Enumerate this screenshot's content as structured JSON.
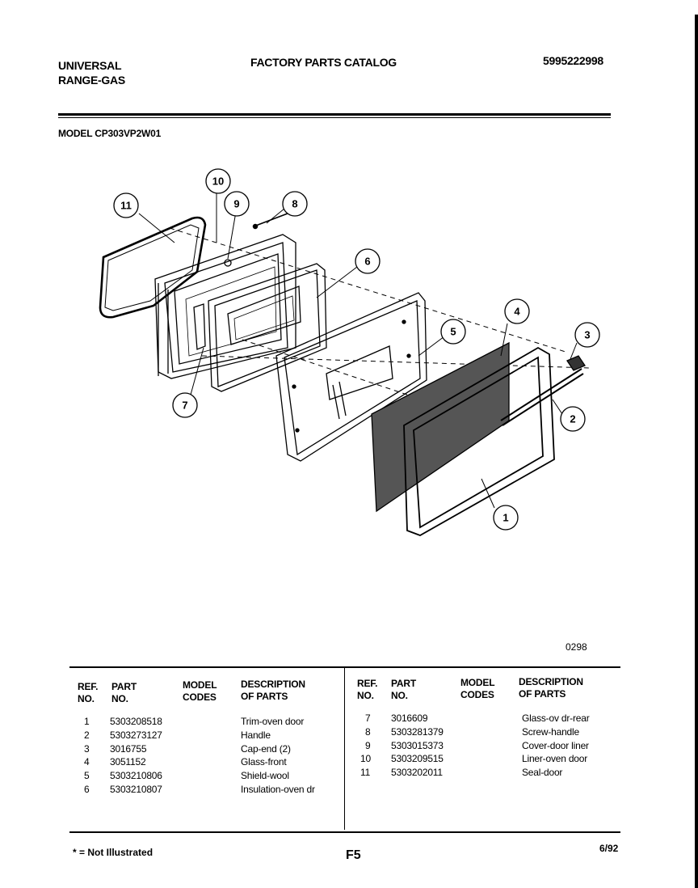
{
  "header": {
    "brand_line1": "UNIVERSAL",
    "brand_line2": "RANGE-GAS",
    "title": "FACTORY PARTS CATALOG",
    "catalog_number": "5995222998"
  },
  "model": {
    "label": "MODEL",
    "number": "CP303VP2W01"
  },
  "diagram": {
    "code": "0298",
    "callouts": [
      "1",
      "2",
      "3",
      "4",
      "5",
      "6",
      "7",
      "8",
      "9",
      "10",
      "11"
    ]
  },
  "table": {
    "headers": {
      "ref_1": "REF.",
      "ref_2": "NO.",
      "part_1": "PART",
      "part_2": "NO.",
      "model_1": "MODEL",
      "model_2": "CODES",
      "desc_1": "DESCRIPTION",
      "desc_2": "OF PARTS"
    },
    "left_rows": [
      {
        "ref": "1",
        "part": "5303208518",
        "desc": "Trim-oven door"
      },
      {
        "ref": "2",
        "part": "5303273127",
        "desc": "Handle"
      },
      {
        "ref": "3",
        "part": "3016755",
        "desc": "Cap-end (2)"
      },
      {
        "ref": "4",
        "part": "3051152",
        "desc": "Glass-front"
      },
      {
        "ref": "5",
        "part": "5303210806",
        "desc": "Shield-wool"
      },
      {
        "ref": "6",
        "part": "5303210807",
        "desc": "Insulation-oven dr"
      }
    ],
    "right_rows": [
      {
        "ref": "7",
        "part": "3016609",
        "desc": "Glass-ov dr-rear"
      },
      {
        "ref": "8",
        "part": "5303281379",
        "desc": "Screw-handle"
      },
      {
        "ref": "9",
        "part": "5303015373",
        "desc": "Cover-door liner"
      },
      {
        "ref": "10",
        "part": "5303209515",
        "desc": "Liner-oven door"
      },
      {
        "ref": "11",
        "part": "5303202011",
        "desc": "Seal-door"
      }
    ]
  },
  "footer": {
    "note": "* = Not Illustrated",
    "page": "F5",
    "date": "6/92"
  }
}
